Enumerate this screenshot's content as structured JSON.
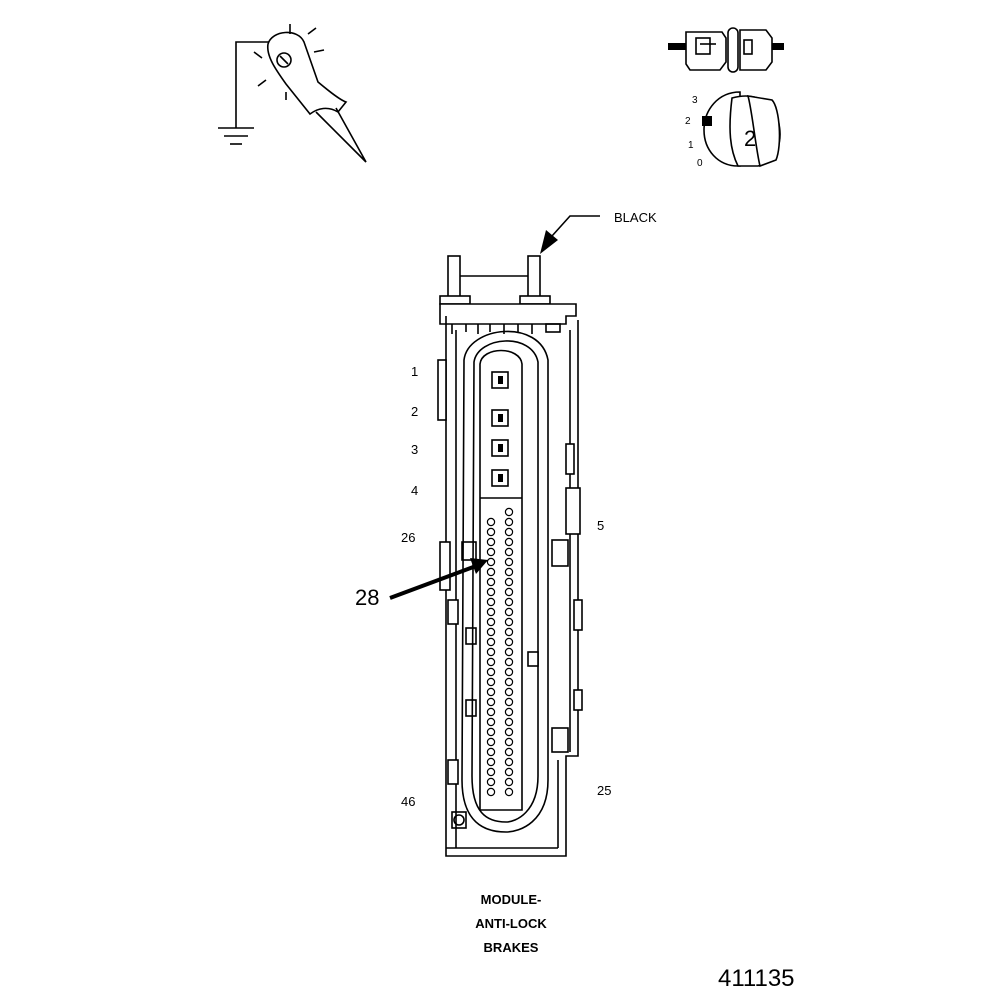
{
  "probe": {
    "name": "test-light-probe"
  },
  "ignition": {
    "positions": [
      "3",
      "2",
      "1",
      "0"
    ],
    "key_label": "2"
  },
  "connector": {
    "wire_color_label": "BLACK",
    "pin_labels": {
      "p1": "1",
      "p2": "2",
      "p3": "3",
      "p4": "4",
      "p26": "26",
      "p46": "46",
      "p5": "5",
      "p25": "25"
    },
    "callout_pin": "28",
    "caption_lines": [
      "MODULE-",
      "ANTI-LOCK",
      "BRAKES"
    ]
  },
  "figure_id": "411135"
}
